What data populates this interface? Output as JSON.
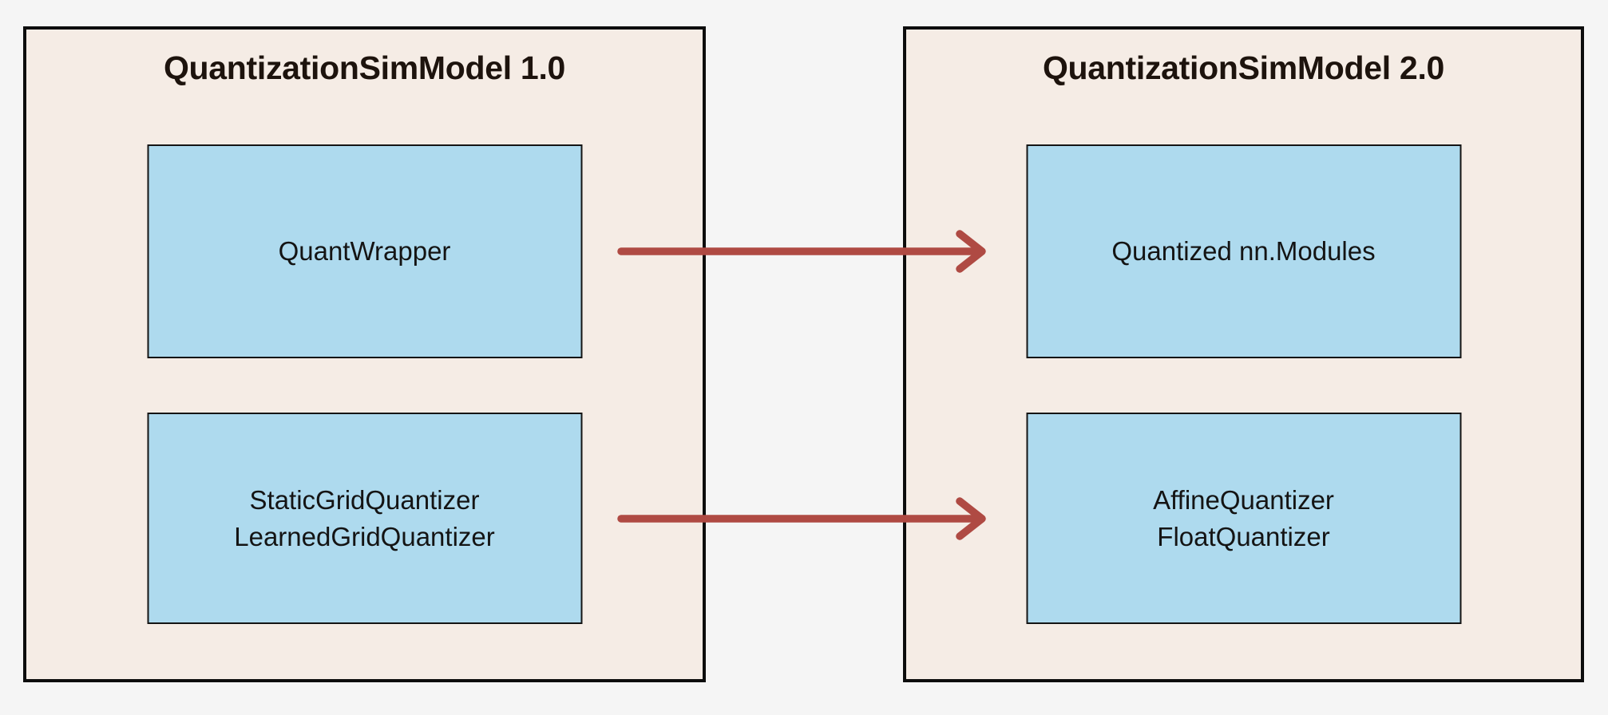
{
  "diagram": {
    "colors": {
      "page_background": "#f5f5f5",
      "panel_fill": "#f5ece5",
      "panel_border": "#0d0d0d",
      "node_fill": "#aedaee",
      "node_border": "#141414",
      "arrow": "#af4a43",
      "title_text": "#1d130d",
      "node_text": "#141414"
    },
    "panels": [
      {
        "title": "QuantizationSimModel 1.0",
        "boxes": [
          {
            "lines": [
              "QuantWrapper"
            ]
          },
          {
            "lines": [
              "StaticGridQuantizer",
              "LearnedGridQuantizer"
            ]
          }
        ]
      },
      {
        "title": "QuantizationSimModel 2.0",
        "boxes": [
          {
            "lines": [
              "Quantized nn.Modules"
            ]
          },
          {
            "lines": [
              "AffineQuantizer",
              "FloatQuantizer"
            ]
          }
        ]
      }
    ],
    "arrows": [
      {
        "from": "QuantWrapper",
        "to": "Quantized nn.Modules"
      },
      {
        "from": "StaticGridQuantizer LearnedGridQuantizer",
        "to": "AffineQuantizer FloatQuantizer"
      }
    ]
  }
}
